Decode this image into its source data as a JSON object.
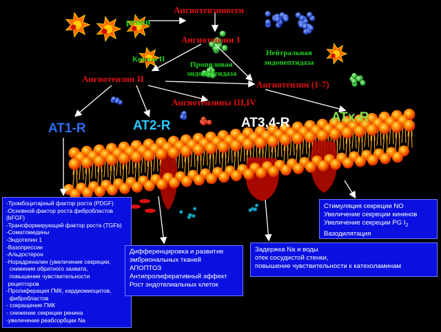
{
  "labels": {
    "angiotensinogen": "Ангиотензиноген",
    "renin": "ренин",
    "angiotensin1": "Ангиотензин 1",
    "neutral_endopeptidase_line1": "Нейтральная",
    "neutral_endopeptidase_line2": "эндопептидаза",
    "kininase": "Киназа II",
    "prolyl_line1": "Пропиловая",
    "prolyl_line2": "эндопептидаза",
    "angiotensin2": "Ангиотензин II",
    "angiotensin17": "Ангиотензин (1-7)",
    "angiotensins34": "Ангиотензины III,IV"
  },
  "receptors": {
    "at1": "AT1-R",
    "at2": "AT2-R",
    "at34": "AT3,4-R",
    "atx": "ATx-R"
  },
  "boxes": {
    "at1_effects": [
      "-Тромбоцитарный фактор роста (PDGF)",
      "-Основной фактор роста фибробластов",
      "(bFGF)",
      "-Трансформирующий фактор роста (TGFb)",
      "-Соматомедины",
      "-Эндотелин 1",
      "-Вазопрессин",
      "-Альдостерон",
      "-Норадреналин (увеличение секреции,",
      "  снижение обратного захвата,",
      "  повышение чувствительности",
      " рецептоpов",
      "-Пролиферация ГМК, кардиомиоцитов,",
      "  фибробластов",
      "- сокращение ГМК",
      "- снижение секреции ренина",
      "-увеличение реабсорбции Na"
    ],
    "at2_effects": [
      "Дифференцировка и развитие",
      "эмбриональных тканей",
      "АПОПТОЗ",
      "Антипролиферативный эффект",
      "Рост эндотелиальных клеток"
    ],
    "at34_effects": [
      "Задержка Na и воды",
      "отек сосудистой стенки,",
      "повышение чувствительности к катехоламинам"
    ],
    "atx_effects": [
      "Стимуляция секреции NO",
      "Увеличение секреции кининов",
      "Увеличение секреции PG I",
      "Вазодилятация"
    ],
    "atx_pg_subscript": "2"
  },
  "colors": {
    "background": "#000000",
    "title_red": "#e01010",
    "enzyme_green": "#20d020",
    "at1_blue": "#2a6df0",
    "at2_cyan": "#2cc8ff",
    "at34_white": "#ffffff",
    "atx_green": "#8ee04a",
    "box_blue": "#0a10e0",
    "membrane_orange": "#ff8a00"
  },
  "icons": [
    "renin-molecule-icon",
    "enzyme-molecule-icon",
    "peptide-cluster-icon",
    "receptor-protein-icon"
  ]
}
